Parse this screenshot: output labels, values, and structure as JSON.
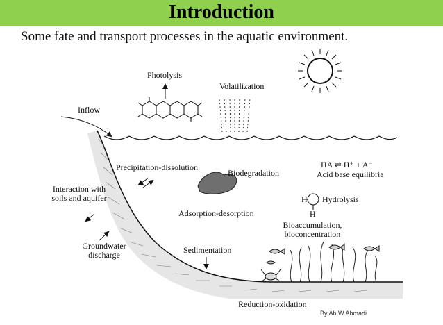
{
  "header": {
    "title": "Introduction",
    "subtitle": "Some fate and transport processes in the aquatic environment.",
    "color": "#8fd14f"
  },
  "labels": {
    "photolysis": "Photolysis",
    "volatilization": "Volatilization",
    "inflow": "Inflow",
    "precipitation": "Precipitation-dissolution",
    "biodegradation": "Biodegradation",
    "acid_eq_formula": "HA ⇌ H⁺ + A⁻",
    "acid_eq": "Acid base equilibria",
    "hydrolysis": "Hydrolysis",
    "interaction_line1": "Interaction with",
    "interaction_line2": "soils and aquifer",
    "adsorption": "Adsorption-desorption",
    "bioaccum_line1": "Bioaccumulation,",
    "bioaccum_line2": "bioconcentration",
    "groundwater_line1": "Groundwater",
    "groundwater_line2": "discharge",
    "sedimentation": "Sedimentation",
    "reduction": "Reduction-oxidation"
  },
  "footer": {
    "credit": "By Ab.W.Ahmadi"
  }
}
